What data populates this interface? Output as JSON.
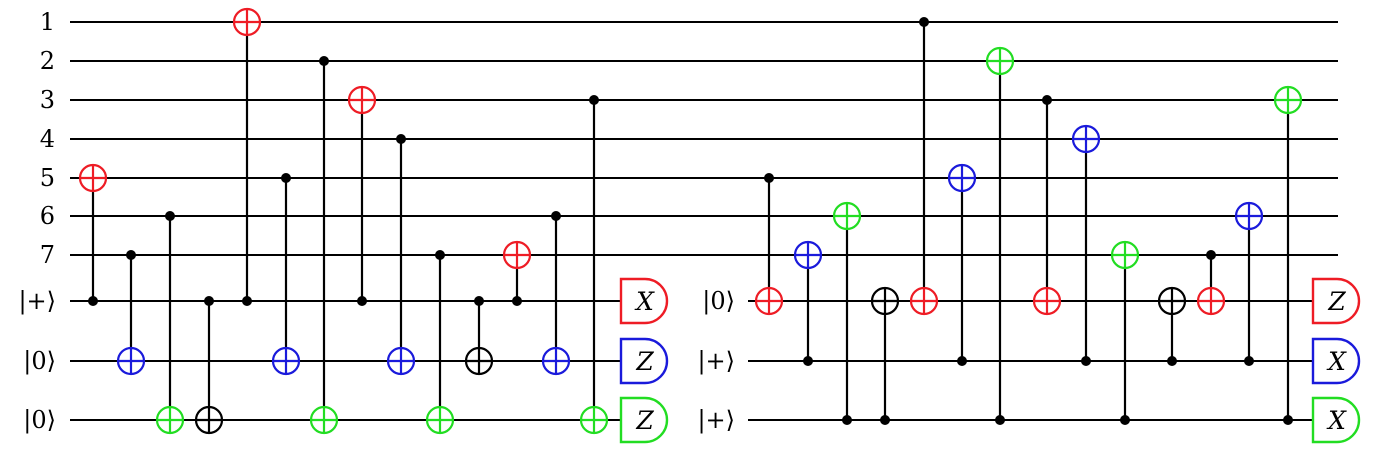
{
  "colors": {
    "red": "#ee1c25",
    "blue": "#1a1adb",
    "green": "#22dd22",
    "black": "#000000"
  },
  "left_circuit": {
    "data_qubit_labels": [
      "1",
      "2",
      "3",
      "4",
      "5",
      "6",
      "7"
    ],
    "ancilla_labels": [
      "|+⟩",
      "|0⟩",
      "|0⟩"
    ],
    "measurements": [
      {
        "basis": "X",
        "color": "red"
      },
      {
        "basis": "Z",
        "color": "blue"
      },
      {
        "basis": "Z",
        "color": "green"
      }
    ],
    "gates": [
      {
        "control": 8,
        "target": 5,
        "color": "red"
      },
      {
        "control": 7,
        "target": 9,
        "color": "blue"
      },
      {
        "control": 6,
        "target": 10,
        "color": "green"
      },
      {
        "control": 8,
        "target": 10,
        "color": "black"
      },
      {
        "control": 8,
        "target": 1,
        "color": "red"
      },
      {
        "control": 5,
        "target": 9,
        "color": "blue"
      },
      {
        "control": 2,
        "target": 10,
        "color": "green"
      },
      {
        "control": 8,
        "target": 3,
        "color": "red"
      },
      {
        "control": 4,
        "target": 9,
        "color": "blue"
      },
      {
        "control": 7,
        "target": 10,
        "color": "green"
      },
      {
        "control": 8,
        "target": 9,
        "color": "black"
      },
      {
        "control": 8,
        "target": 7,
        "color": "red"
      },
      {
        "control": 6,
        "target": 9,
        "color": "blue"
      },
      {
        "control": 3,
        "target": 10,
        "color": "green"
      }
    ]
  },
  "right_circuit": {
    "ancilla_labels": [
      "|0⟩",
      "|+⟩",
      "|+⟩"
    ],
    "measurements": [
      {
        "basis": "Z",
        "color": "red"
      },
      {
        "basis": "X",
        "color": "blue"
      },
      {
        "basis": "X",
        "color": "green"
      }
    ],
    "gates": [
      {
        "control": 5,
        "target": 8,
        "color": "red"
      },
      {
        "control": 9,
        "target": 7,
        "color": "blue"
      },
      {
        "control": 10,
        "target": 6,
        "color": "green"
      },
      {
        "control": 10,
        "target": 8,
        "color": "black"
      },
      {
        "control": 1,
        "target": 8,
        "color": "red"
      },
      {
        "control": 9,
        "target": 5,
        "color": "blue"
      },
      {
        "control": 10,
        "target": 2,
        "color": "green"
      },
      {
        "control": 3,
        "target": 8,
        "color": "red"
      },
      {
        "control": 9,
        "target": 4,
        "color": "blue"
      },
      {
        "control": 10,
        "target": 7,
        "color": "green"
      },
      {
        "control": 9,
        "target": 8,
        "color": "black"
      },
      {
        "control": 7,
        "target": 8,
        "color": "red"
      },
      {
        "control": 9,
        "target": 6,
        "color": "blue"
      },
      {
        "control": 10,
        "target": 3,
        "color": "green"
      }
    ]
  }
}
